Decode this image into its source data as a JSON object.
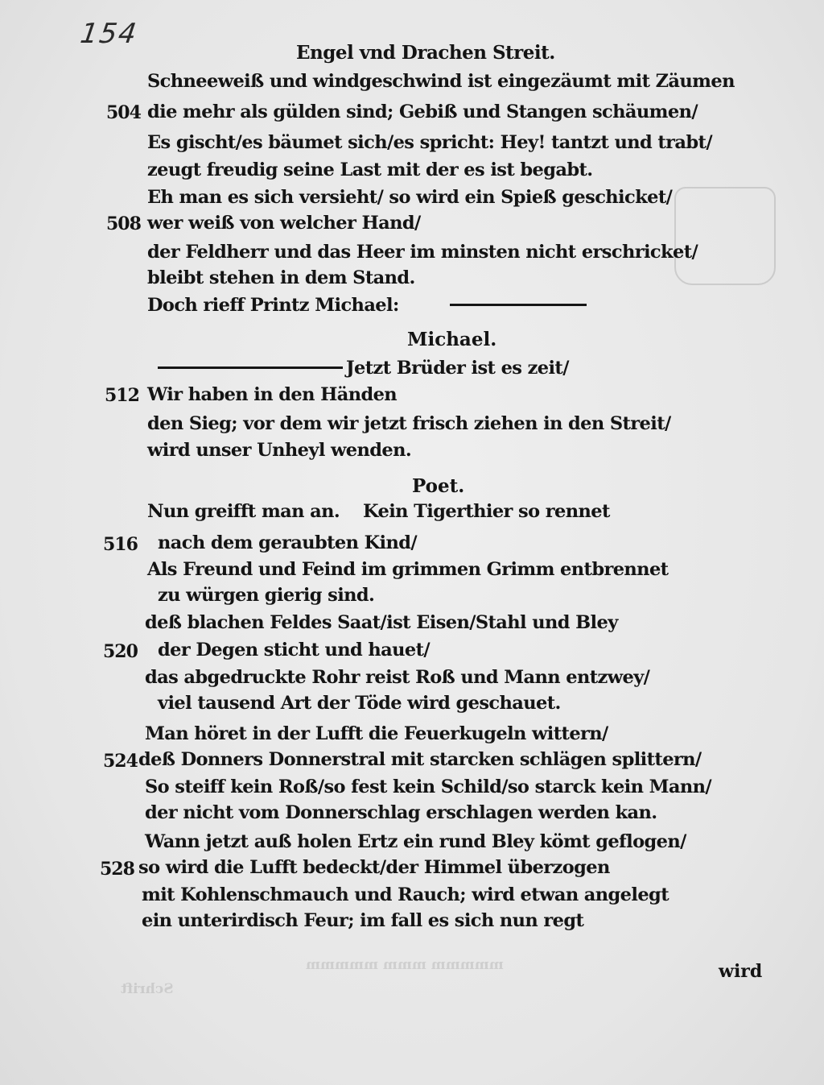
{
  "page": {
    "folio_number": "154",
    "running_head": "Engel vnd Drachen Streit.",
    "catchword": "wird"
  },
  "lines": [
    {
      "text": "Schneeweiß und windgeschwind ist eingezäumt mit Zäumen",
      "number": ""
    },
    {
      "text": "die mehr als gülden sind; Gebiß und Stangen schäumen/",
      "number": "504"
    },
    {
      "text": "Es gischt/es bäumet sich/es spricht: Hey! tantzt und trabt/",
      "number": ""
    },
    {
      "text": "zeugt freudig seine Last mit der es ist begabt.",
      "number": ""
    },
    {
      "text": "Eh man es sich versieht/ so wird ein Spieß geschicket/",
      "number": ""
    },
    {
      "text": "wer weiß von welcher Hand/",
      "number": "508"
    },
    {
      "text": "der Feldherr und das Heer im minsten nicht erschricket/",
      "number": ""
    },
    {
      "text": "bleibt stehen in dem Stand.",
      "number": ""
    },
    {
      "text": "Doch rieff Printz Michael:",
      "number": "",
      "trailing_dash": true
    }
  ],
  "speaker_michael": "Michael.",
  "michael_lines": [
    {
      "text": "Jetzt Brüder ist es zeit/",
      "number": "",
      "leading_dash": true
    },
    {
      "text": "Wir haben in den Händen",
      "number": "512"
    },
    {
      "text": "den Sieg; vor dem wir jetzt frisch ziehen in den Streit/",
      "number": ""
    },
    {
      "text": "wird unser Unheyl wenden.",
      "number": ""
    }
  ],
  "speaker_poet": "Poet.",
  "poet_lines": [
    {
      "text": "Nun greifft man an.    Kein Tigerthier so rennet",
      "number": ""
    },
    {
      "text": "nach dem geraubten Kind/",
      "number": "516"
    },
    {
      "text": "Als Freund und Feind im grimmen Grimm entbrennet",
      "number": ""
    },
    {
      "text": "zu würgen gierig sind.",
      "number": ""
    },
    {
      "text": "deß blachen Feldes Saat/ist Eisen/Stahl und Bley",
      "number": ""
    },
    {
      "text": "der Degen sticht und hauet/",
      "number": "520"
    },
    {
      "text": "das abgedruckte Rohr reist Roß und Mann entzwey/",
      "number": ""
    },
    {
      "text": "viel tausend Art der Töde wird geschauet.",
      "number": ""
    },
    {
      "text": "Man höret in der Lufft die Feuerkugeln wittern/",
      "number": ""
    },
    {
      "text": "deß Donners Donnerstral mit starcken schlägen splittern/",
      "number": "524"
    },
    {
      "text": "So steiff kein Roß/so fest kein Schild/so starck kein Mann/",
      "number": ""
    },
    {
      "text": "der nicht vom Donnerschlag erschlagen werden kan.",
      "number": ""
    },
    {
      "text": "Wann jetzt auß holen Ertz ein rund Bley kömt geflogen/",
      "number": ""
    },
    {
      "text": "so wird die Lufft bedeckt/der Himmel überzogen",
      "number": "528"
    },
    {
      "text": "mit Kohlenschmauch und Rauch; wird etwan angelegt",
      "number": ""
    },
    {
      "text": "ein unterirdisch Feur; im fall es sich nun regt",
      "number": ""
    }
  ]
}
